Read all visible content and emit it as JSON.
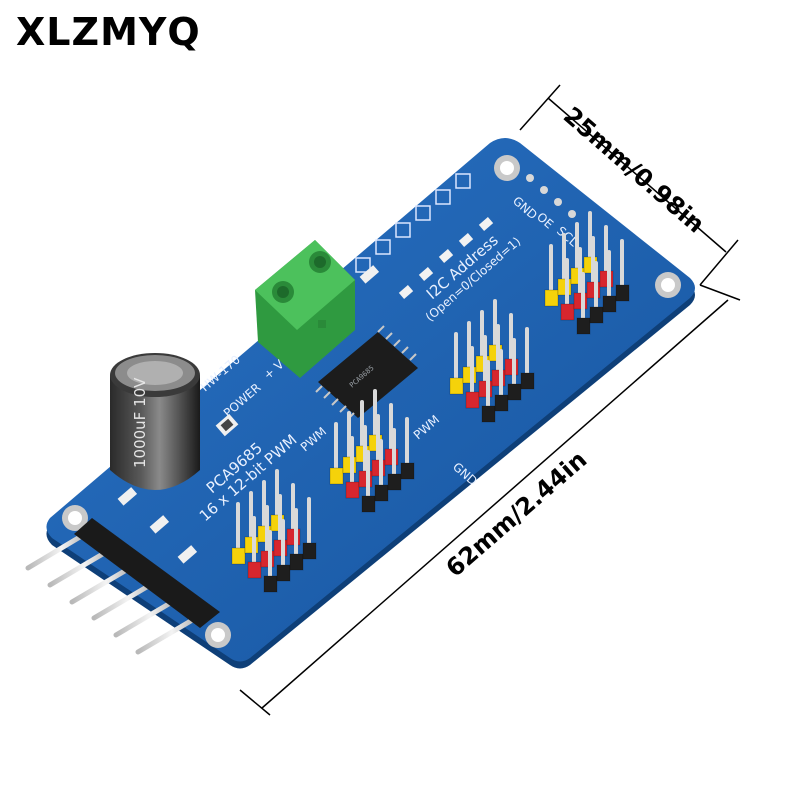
{
  "brand": "XLZMYQ",
  "dimensions": {
    "width_label": "25mm/0.98in",
    "length_label": "62mm/2.44in"
  },
  "board": {
    "chip_label": "PCA9685",
    "description": "16 x 12-bit PWM",
    "pwm_label": "PWM",
    "power_label": "POWER",
    "power_terminal_label": "+ V",
    "board_id": "HW-170",
    "gnd_label": "GND",
    "header_pins": [
      "GND",
      "OE",
      "SCL"
    ],
    "i2c_title": "I2C Address",
    "i2c_subtitle": "(Open=0/Closed=1)",
    "capacitor_text": "1000uF 10V",
    "colors": {
      "pcb": "#1b5fae",
      "pin_yellow": "#f5d20a",
      "pin_red": "#d7262e",
      "pin_black": "#1e1e1e",
      "terminal": "#3fb34f"
    }
  }
}
